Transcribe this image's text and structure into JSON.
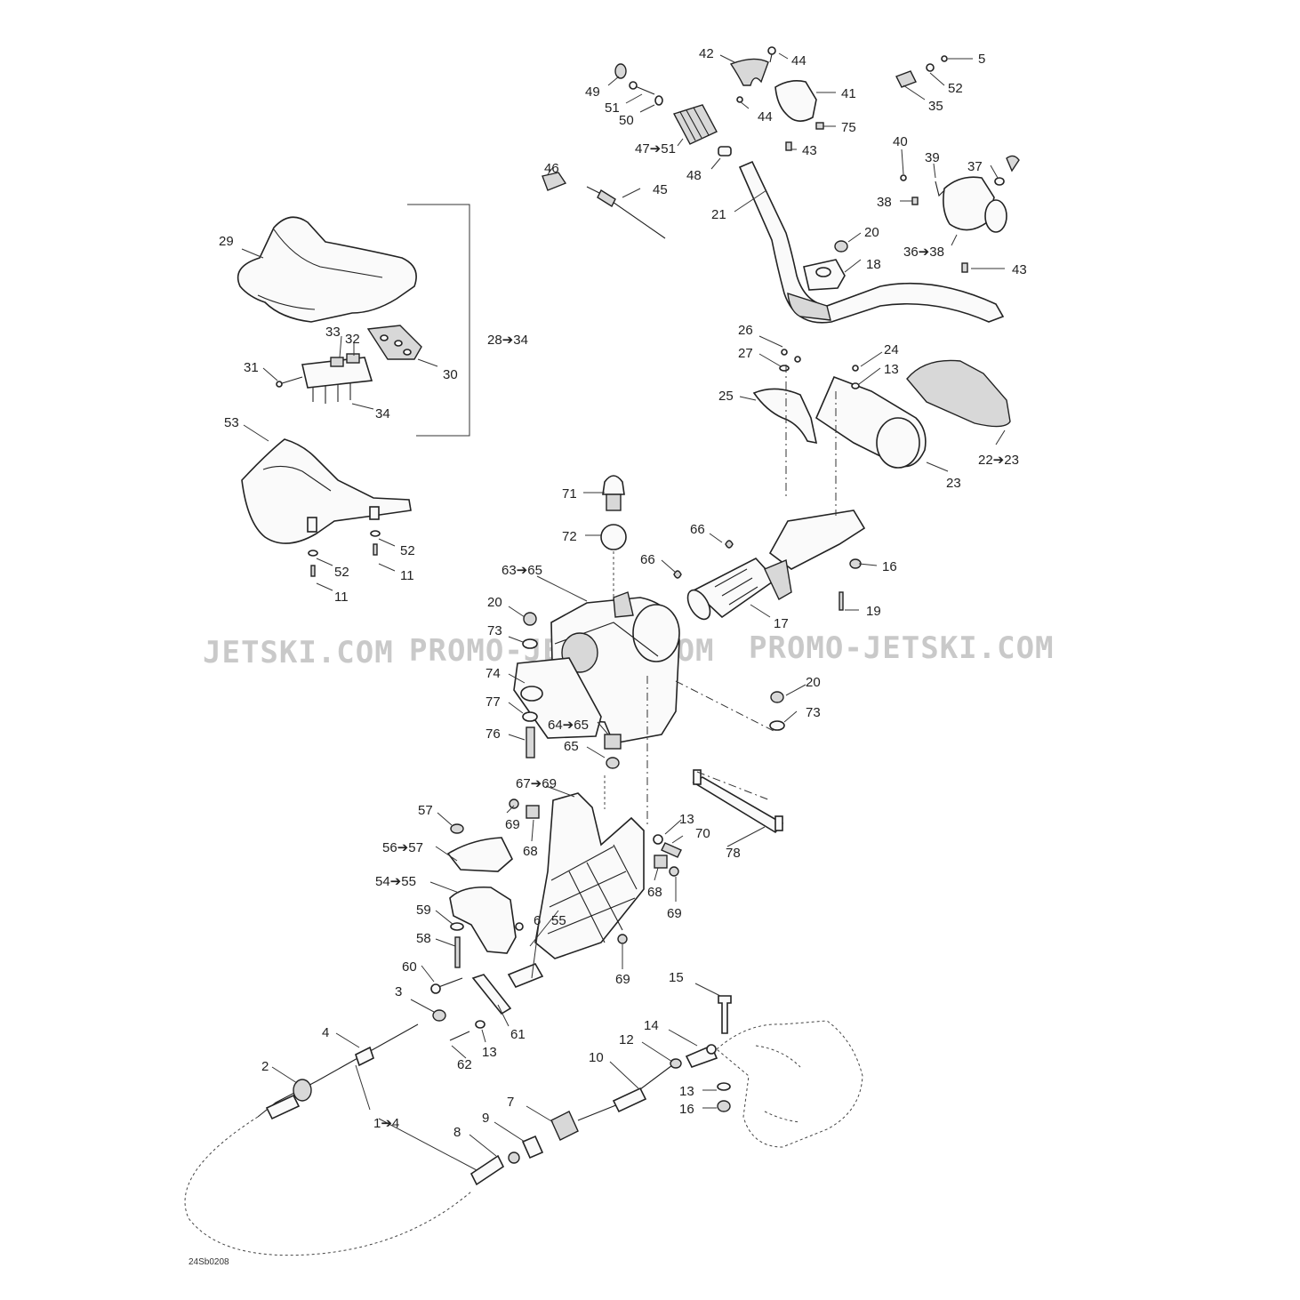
{
  "watermarks": [
    "JETSKI.COM",
    "PROMO-JETSKI.COM",
    "PROMO-JETSKI.COM"
  ],
  "diagram_code": "24Sb0208",
  "labels": [
    {
      "id": "l42",
      "text": "42"
    },
    {
      "id": "l44a",
      "text": "44"
    },
    {
      "id": "l5",
      "text": "5"
    },
    {
      "id": "l49",
      "text": "49"
    },
    {
      "id": "l52a",
      "text": "52"
    },
    {
      "id": "l41",
      "text": "41"
    },
    {
      "id": "l51",
      "text": "51"
    },
    {
      "id": "l44b",
      "text": "44"
    },
    {
      "id": "l35",
      "text": "35"
    },
    {
      "id": "l50",
      "text": "50"
    },
    {
      "id": "l75",
      "text": "75"
    },
    {
      "id": "l47",
      "text": "47➔51"
    },
    {
      "id": "l43a",
      "text": "43"
    },
    {
      "id": "l40",
      "text": "40"
    },
    {
      "id": "l39",
      "text": "39"
    },
    {
      "id": "l37",
      "text": "37"
    },
    {
      "id": "l46",
      "text": "46"
    },
    {
      "id": "l48",
      "text": "48"
    },
    {
      "id": "l45",
      "text": "45"
    },
    {
      "id": "l38",
      "text": "38"
    },
    {
      "id": "l29",
      "text": "29"
    },
    {
      "id": "l21",
      "text": "21"
    },
    {
      "id": "l20a",
      "text": "20"
    },
    {
      "id": "l36",
      "text": "36➔38"
    },
    {
      "id": "l18",
      "text": "18"
    },
    {
      "id": "l43b",
      "text": "43"
    },
    {
      "id": "l28",
      "text": "28➔34"
    },
    {
      "id": "l33",
      "text": "33"
    },
    {
      "id": "l32",
      "text": "32"
    },
    {
      "id": "l26",
      "text": "26"
    },
    {
      "id": "l31",
      "text": "31"
    },
    {
      "id": "l30",
      "text": "30"
    },
    {
      "id": "l27",
      "text": "27"
    },
    {
      "id": "l24",
      "text": "24"
    },
    {
      "id": "l13a",
      "text": "13"
    },
    {
      "id": "l25",
      "text": "25"
    },
    {
      "id": "l34",
      "text": "34"
    },
    {
      "id": "l53",
      "text": "53"
    },
    {
      "id": "l22",
      "text": "22➔23"
    },
    {
      "id": "l23",
      "text": "23"
    },
    {
      "id": "l71",
      "text": "71"
    },
    {
      "id": "l72",
      "text": "72"
    },
    {
      "id": "l66a",
      "text": "66"
    },
    {
      "id": "l52b",
      "text": "52"
    },
    {
      "id": "l52c",
      "text": "52"
    },
    {
      "id": "l66b",
      "text": "66"
    },
    {
      "id": "l16a",
      "text": "16"
    },
    {
      "id": "l11a",
      "text": "11"
    },
    {
      "id": "l11b",
      "text": "11"
    },
    {
      "id": "l63",
      "text": "63➔65"
    },
    {
      "id": "l17",
      "text": "17"
    },
    {
      "id": "l20b",
      "text": "20"
    },
    {
      "id": "l19",
      "text": "19"
    },
    {
      "id": "l73a",
      "text": "73"
    },
    {
      "id": "l74",
      "text": "74"
    },
    {
      "id": "l20c",
      "text": "20"
    },
    {
      "id": "l77",
      "text": "77"
    },
    {
      "id": "l73b",
      "text": "73"
    },
    {
      "id": "l64",
      "text": "64➔65"
    },
    {
      "id": "l76",
      "text": "76"
    },
    {
      "id": "l65",
      "text": "65"
    },
    {
      "id": "l67",
      "text": "67➔69"
    },
    {
      "id": "l57",
      "text": "57"
    },
    {
      "id": "l69a",
      "text": "69"
    },
    {
      "id": "l13b",
      "text": "13"
    },
    {
      "id": "l70",
      "text": "70"
    },
    {
      "id": "l56",
      "text": "56➔57"
    },
    {
      "id": "l68a",
      "text": "68"
    },
    {
      "id": "l78",
      "text": "78"
    },
    {
      "id": "l54",
      "text": "54➔55"
    },
    {
      "id": "l68b",
      "text": "68"
    },
    {
      "id": "l59",
      "text": "59"
    },
    {
      "id": "l69b",
      "text": "69"
    },
    {
      "id": "l58",
      "text": "58"
    },
    {
      "id": "l60",
      "text": "60"
    },
    {
      "id": "l55",
      "text": "55"
    },
    {
      "id": "l69c",
      "text": "69"
    },
    {
      "id": "l3",
      "text": "3"
    },
    {
      "id": "l6",
      "text": "6"
    },
    {
      "id": "l15",
      "text": "15"
    },
    {
      "id": "l61",
      "text": "61"
    },
    {
      "id": "l4",
      "text": "4"
    },
    {
      "id": "l14",
      "text": "14"
    },
    {
      "id": "l13c",
      "text": "13"
    },
    {
      "id": "l62",
      "text": "62"
    },
    {
      "id": "l12",
      "text": "12"
    },
    {
      "id": "l10",
      "text": "10"
    },
    {
      "id": "l2",
      "text": "2"
    },
    {
      "id": "l13d",
      "text": "13"
    },
    {
      "id": "l7",
      "text": "7"
    },
    {
      "id": "l16b",
      "text": "16"
    },
    {
      "id": "l1",
      "text": "1➔4"
    },
    {
      "id": "l9",
      "text": "9"
    },
    {
      "id": "l8",
      "text": "8"
    }
  ]
}
